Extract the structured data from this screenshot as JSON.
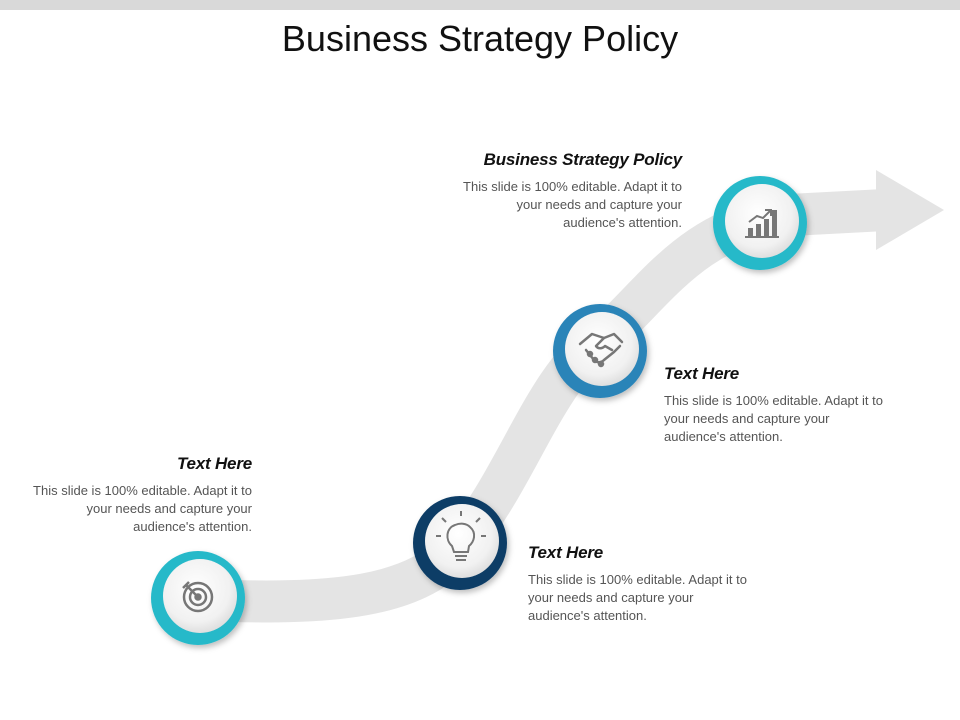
{
  "title": "Business Strategy Policy",
  "colors": {
    "teal": "#27b9c9",
    "blue": "#2a84b8",
    "navy": "#0d3d66",
    "arrow": "#e3e3e3",
    "icon": "#777777"
  },
  "steps": [
    {
      "heading": "Text Here",
      "body": "This slide is 100% editable. Adapt it to your needs and capture your audience's attention.",
      "icon": "target-icon",
      "ring_color": "teal"
    },
    {
      "heading": "Text Here",
      "body": "This slide is 100% editable. Adapt it to your needs and capture your audience's attention.",
      "icon": "lightbulb-icon",
      "ring_color": "navy"
    },
    {
      "heading": "Text Here",
      "body": "This slide is 100% editable. Adapt it to your needs and capture your audience's attention.",
      "icon": "handshake-icon",
      "ring_color": "blue"
    },
    {
      "heading": "Business Strategy Policy",
      "body": "This slide is 100% editable. Adapt it to your needs and capture your audience's attention.",
      "icon": "bar-chart-growth-icon",
      "ring_color": "teal"
    }
  ]
}
